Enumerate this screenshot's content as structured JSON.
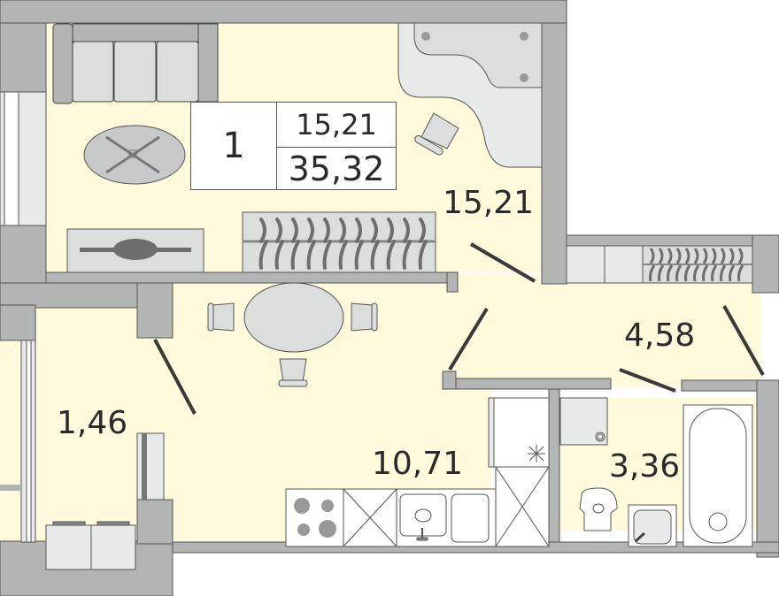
{
  "plan": {
    "type": "apartment-floor-plan",
    "colors": {
      "floor": "#fffadc",
      "wall": "#b3b4b4",
      "wall_outline": "#555555",
      "furniture_light": "#dcdddd",
      "furniture_mid": "#b3b4b4",
      "furniture_dark": "#6e6e6e",
      "door_line": "#3a3a3a",
      "text": "#2a2a2a",
      "background": "#ffffff"
    },
    "summary": {
      "rooms_count": "1",
      "living_area": "15,21",
      "total_area": "35,32"
    },
    "rooms": [
      {
        "id": "living-room",
        "area": "15,21"
      },
      {
        "id": "hallway",
        "area": "4,58"
      },
      {
        "id": "kitchen",
        "area": "10,71"
      },
      {
        "id": "balcony",
        "area": "1,46"
      },
      {
        "id": "bathroom",
        "area": "3,36"
      }
    ]
  }
}
